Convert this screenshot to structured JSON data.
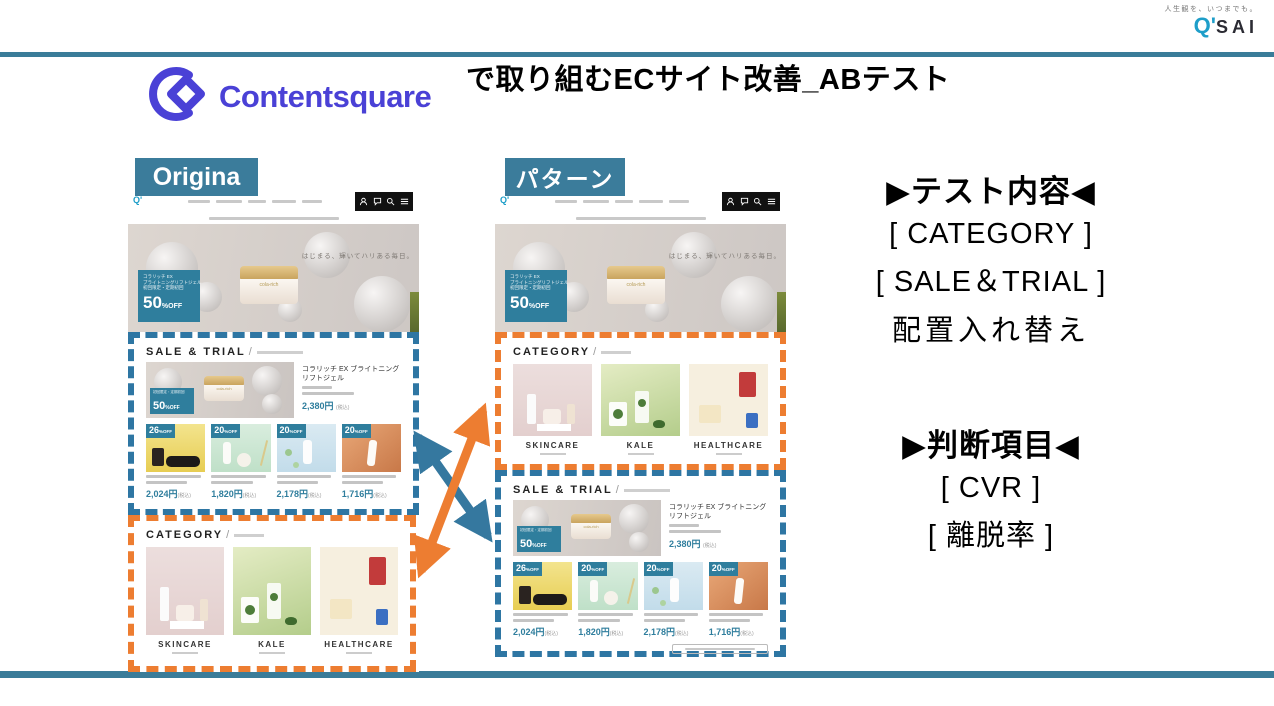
{
  "slide": {
    "title": "で取り組むECサイト改善_ABテスト",
    "logo_word": "Contentsquare",
    "brand_tagline": "人生観を、いつまでも。",
    "brand_mark": "Q'",
    "brand_name": "SAI"
  },
  "labels": {
    "original": "Origina",
    "pattern": "パターン"
  },
  "panel": {
    "test_heading": "▶テスト内容◀",
    "test_line1": "[ CATEGORY ]",
    "test_line2": "[ SALE＆TRIAL ]",
    "test_line3": "配置入れ替え",
    "judge_heading": "▶判断項目◀",
    "judge_line1": "[ CVR ]",
    "judge_line2": "[ 離脱率 ]"
  },
  "site": {
    "hero": {
      "catch": "はじまる、輝いてハリある毎日。",
      "promo_line1": "コラリッチ EX",
      "promo_line2": "ブライトニングリフトジェル",
      "promo_line3": "初回限定・定期初回",
      "promo_value": "50",
      "promo_unit": "%OFF",
      "jar_text": "cola-rich"
    },
    "sale": {
      "heading": "SALE & TRIAL",
      "slash": "/",
      "featured_name": "コラリッチ EX ブライトニングリフトジェル",
      "featured_price": "2,380円",
      "featured_tax": "(税込)",
      "cards": [
        {
          "badge_value": "26",
          "badge_unit": "%OFF",
          "price": "2,024円",
          "tax": "(税込)"
        },
        {
          "badge_value": "20",
          "badge_unit": "%OFF",
          "price": "1,820円",
          "tax": "(税込)"
        },
        {
          "badge_value": "20",
          "badge_unit": "%OFF",
          "price": "2,178円",
          "tax": "(税込)"
        },
        {
          "badge_value": "20",
          "badge_unit": "%OFF",
          "price": "1,716円",
          "tax": "(税込)"
        }
      ]
    },
    "category": {
      "heading": "CATEGORY",
      "slash": "/",
      "tiles": [
        {
          "label": "SKINCARE"
        },
        {
          "label": "KALE"
        },
        {
          "label": "HEALTHCARE"
        }
      ]
    }
  },
  "colors": {
    "teal_accent": "#3a7c99",
    "dashed_blue": "#2e76a3",
    "dashed_orange": "#ed7d31",
    "contentsquare_indigo": "#4a41d6",
    "site_badge_teal": "#2f7e9d",
    "qsai_teal": "#1e9ec9"
  }
}
